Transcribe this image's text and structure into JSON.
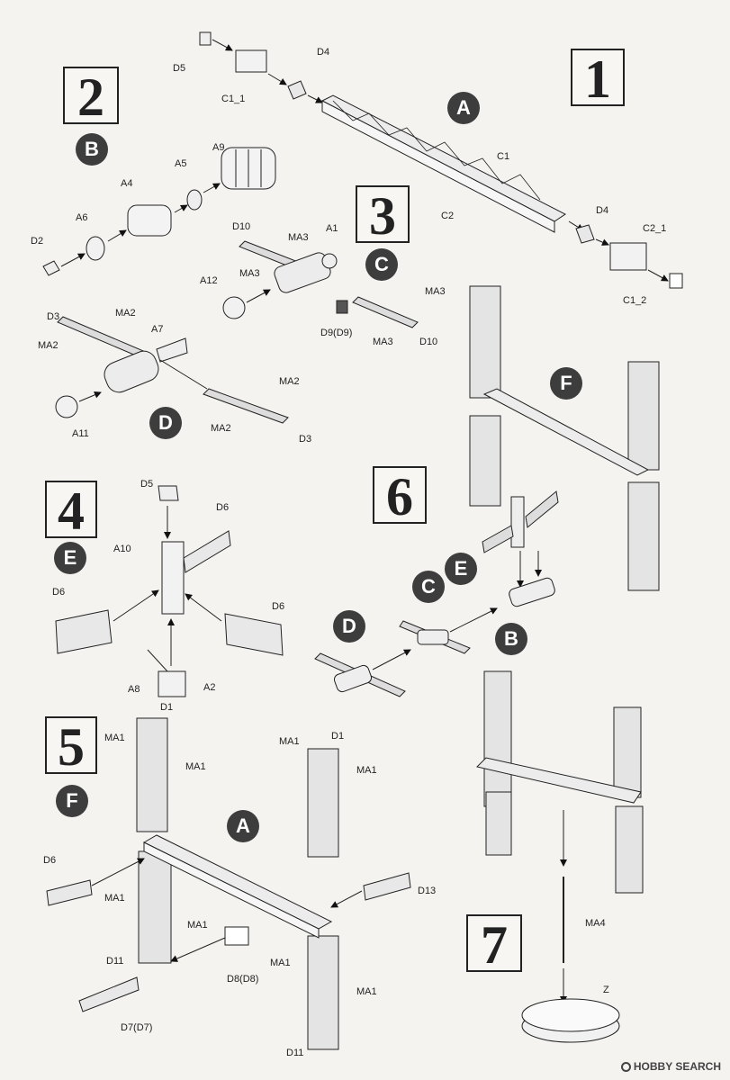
{
  "steps": [
    "1",
    "2",
    "3",
    "4",
    "5",
    "6",
    "7"
  ],
  "badges": {
    "A1": "A",
    "B1": "B",
    "C1": "C",
    "D1": "D",
    "E1": "E",
    "F1": "F",
    "F6": "F",
    "E6": "E",
    "C6": "C",
    "D6": "D",
    "B6": "B",
    "A5": "A"
  },
  "labels": {
    "s1_D5": "D5",
    "s1_C1_1": "C1_1",
    "s1_D4a": "D4",
    "s1_C1": "C1",
    "s1_C2": "C2",
    "s1_D4b": "D4",
    "s1_C2_1": "C2_1",
    "s1_C1_2": "C1_2",
    "s2_A9": "A9",
    "s2_A5": "A5",
    "s2_A4": "A4",
    "s2_A6": "A6",
    "s2_D2": "D2",
    "s3_D10a": "D10",
    "s3_MA3a": "MA3",
    "s3_A1": "A1",
    "s3_MA3b": "MA3",
    "s3_A12": "A12",
    "s3_MA3c": "MA3",
    "s3_D9": "D9(D9)",
    "s3_MA3d": "MA3",
    "s3_D10b": "D10",
    "sd_D3a": "D3",
    "sd_MA2a": "MA2",
    "sd_MA2b": "MA2",
    "sd_A7": "A7",
    "sd_MA2c": "MA2",
    "sd_MA2d": "MA2",
    "sd_A11": "A11",
    "sd_D3b": "D3",
    "s4_D5": "D5",
    "s4_D6a": "D6",
    "s4_A10": "A10",
    "s4_D6b": "D6",
    "s4_D6c": "D6",
    "s4_A8": "A8",
    "s4_A2": "A2",
    "s5_D1a": "D1",
    "s5_MA1a": "MA1",
    "s5_MA1b": "MA1",
    "s5_MA1c": "MA1",
    "s5_D1b": "D1",
    "s5_MA1d": "MA1",
    "s5_D6": "D6",
    "s5_MA1e": "MA1",
    "s5_MA1f": "MA1",
    "s5_D13": "D13",
    "s5_D11a": "D11",
    "s5_D8": "D8(D8)",
    "s5_MA1g": "MA1",
    "s5_MA1h": "MA1",
    "s5_D7": "D7(D7)",
    "s5_D11b": "D11",
    "s7_MA4": "MA4",
    "s7_Z": "Z"
  },
  "watermark": "HOBBY SEARCH"
}
